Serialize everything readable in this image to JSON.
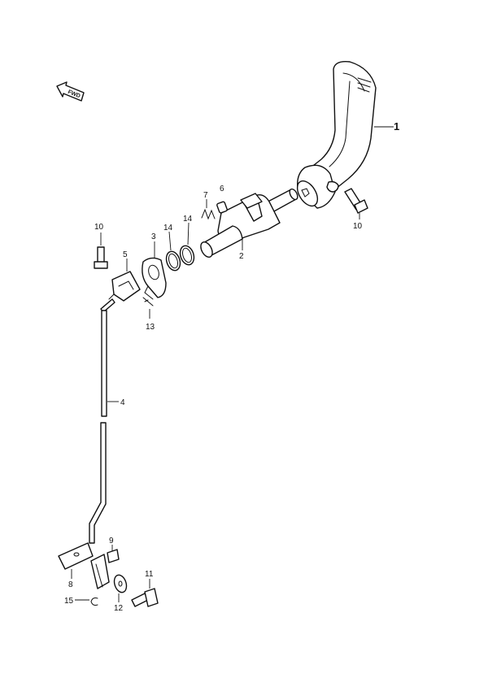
{
  "fwd_label": "FWD",
  "callouts": {
    "c1": "1",
    "c2": "2",
    "c3": "3",
    "c4": "4",
    "c5": "5",
    "c6": "6",
    "c7": "7",
    "c8": "8",
    "c9": "9",
    "c10a": "10",
    "c10b": "10",
    "c11": "11",
    "c12": "12",
    "c13": "13",
    "c14a": "14",
    "c14b": "14",
    "c15": "15"
  },
  "colors": {
    "line": "#111111",
    "background": "#ffffff"
  }
}
